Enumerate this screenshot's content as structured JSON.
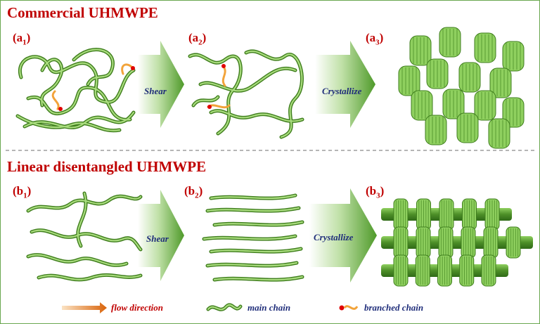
{
  "titles": {
    "top": "Commercial UHMWPE",
    "bottom": "Linear disentangled UHMWPE"
  },
  "panels": {
    "a1": {
      "letter": "a",
      "sub": "1"
    },
    "a2": {
      "letter": "a",
      "sub": "2"
    },
    "a3": {
      "letter": "a",
      "sub": "3"
    },
    "b1": {
      "letter": "b",
      "sub": "1"
    },
    "b2": {
      "letter": "b",
      "sub": "2"
    },
    "b3": {
      "letter": "b",
      "sub": "3"
    }
  },
  "arrows": {
    "top_shear": "Shear",
    "top_crystallize": "Crystallize",
    "bottom_shear": "Shear",
    "bottom_crystallize": "Crystallize"
  },
  "legend": {
    "flow": "flow direction",
    "main": "main chain",
    "branched": "branched chain"
  },
  "colors": {
    "chain": "#7fc34a",
    "chain_outline": "#3e7d1c",
    "branch": "#f2a33a",
    "branch_tip": "#e00000",
    "panel_label": "#c00000",
    "arrow_text": "#1f2d7a",
    "flow_arrow": "#d9730d"
  }
}
